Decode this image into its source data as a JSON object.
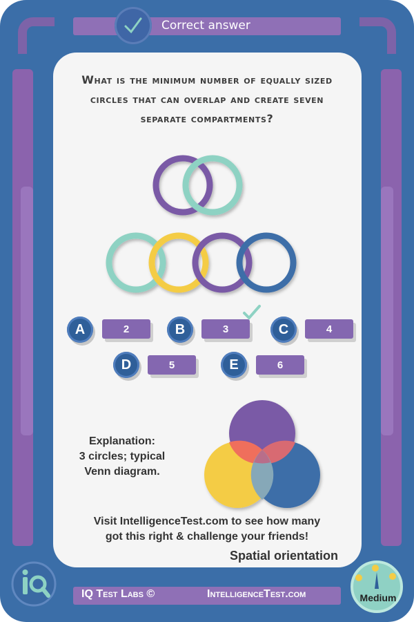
{
  "header": {
    "status_text": "Correct answer",
    "status_icon": "check-icon"
  },
  "question": {
    "text": "What is the minimum number of equally sized circles that can overlap and create seven separate compartments?"
  },
  "colors": {
    "purple": "#7a5aa6",
    "teal": "#8ed2c3",
    "yellow": "#f4cc45",
    "blue": "#3e6ea8",
    "card_blue": "#3b6ea8",
    "panel": "#f5f5f5"
  },
  "options": [
    {
      "letter": "A",
      "value": "2"
    },
    {
      "letter": "B",
      "value": "3",
      "correct": true
    },
    {
      "letter": "C",
      "value": "4"
    },
    {
      "letter": "D",
      "value": "5"
    },
    {
      "letter": "E",
      "value": "6"
    }
  ],
  "explanation": {
    "title": "Explanation:",
    "line1": "3 circles; typical",
    "line2": "Venn diagram."
  },
  "footer": {
    "visit_line1": "Visit IntelligenceTest.com to see how many",
    "visit_line2": "got this right & challenge your friends!",
    "category": "Spatial orientation",
    "brand": "IQ Test Labs ©",
    "site": "IntelligenceTest.com",
    "difficulty": "Medium"
  }
}
